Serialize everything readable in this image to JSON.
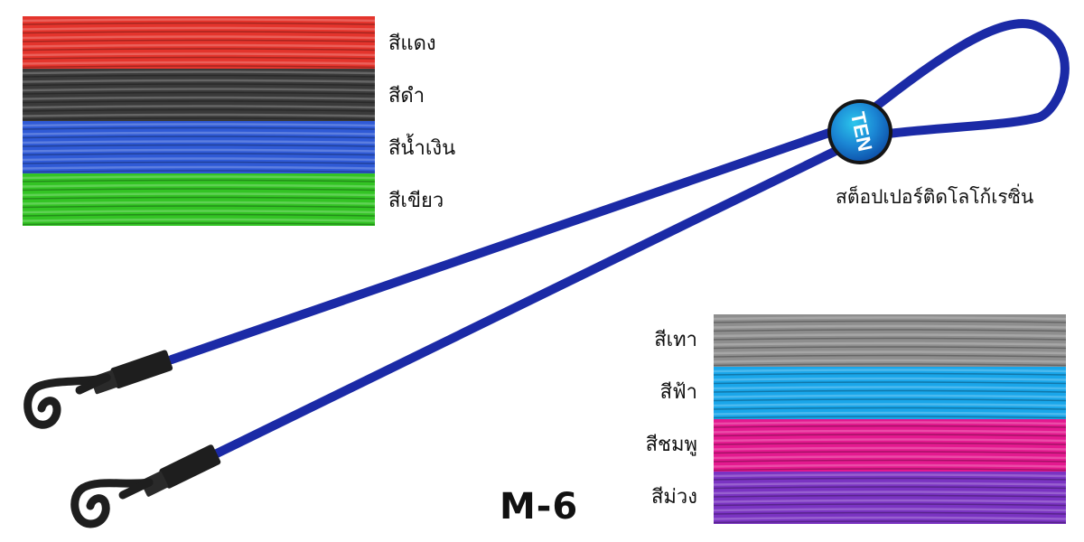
{
  "colors": {
    "red": "#e4342c",
    "black": "#3a3a3a",
    "blue": "#2f5ad6",
    "green": "#33c424",
    "gray": "#8e8e8e",
    "sky": "#19a6ea",
    "pink": "#e4198f",
    "purple": "#7a33c2",
    "cord": "#1b2aa6"
  },
  "left_swatches": [
    {
      "label": "สีแดง",
      "color": "#e4342c"
    },
    {
      "label": "สีดำ",
      "color": "#3a3a3a"
    },
    {
      "label": "สีน้ำเงิน",
      "color": "#2f5ad6"
    },
    {
      "label": "สีเขียว",
      "color": "#33c424"
    }
  ],
  "right_swatches": [
    {
      "label": "สีเทา",
      "color": "#8e8e8e"
    },
    {
      "label": "สีฟ้า",
      "color": "#19a6ea"
    },
    {
      "label": "สีชมพู",
      "color": "#e4198f"
    },
    {
      "label": "สีม่วง",
      "color": "#7a33c2"
    }
  ],
  "stopper": {
    "logo_text": "TEN",
    "caption": "สต็อปเปอร์ติดโลโก้เรซิ่น"
  },
  "model": "M-6"
}
